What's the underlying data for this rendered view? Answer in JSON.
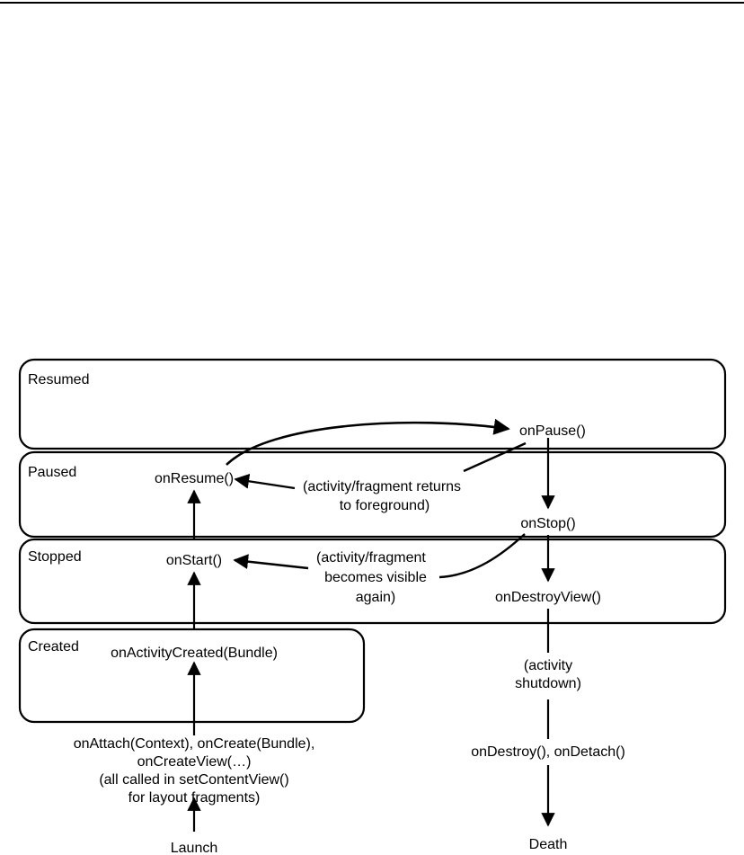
{
  "page": {
    "title": "Fragment lifecycle diagram",
    "header_rule": true,
    "background_color": "#ffffff",
    "ink_color": "#000000"
  },
  "diagram": {
    "type": "state-lifecycle-diagram",
    "states": [
      {
        "id": "resumed",
        "label": "Resumed"
      },
      {
        "id": "paused",
        "label": "Paused"
      },
      {
        "id": "stopped",
        "label": "Stopped"
      },
      {
        "id": "created",
        "label": "Created"
      }
    ],
    "callbacks": [
      {
        "id": "on-pause",
        "label": "onPause()"
      },
      {
        "id": "on-resume",
        "label": "onResume()"
      },
      {
        "id": "on-stop",
        "label": "onStop()"
      },
      {
        "id": "on-start",
        "label": "onStart()"
      },
      {
        "id": "on-destroy-view",
        "label": "onDestroyView()"
      },
      {
        "id": "on-activity-created",
        "label": "onActivityCreated(Bundle)"
      },
      {
        "id": "on-destroy-detach",
        "label": "onDestroy(), onDetach()"
      }
    ],
    "notes": [
      {
        "id": "returns-to-foreground",
        "lines": [
          "(activity/fragment returns",
          "to foreground)"
        ]
      },
      {
        "id": "becomes-visible-again",
        "lines": [
          "(activity/fragment",
          "becomes visible",
          "again)"
        ]
      },
      {
        "id": "activity-shutdown",
        "lines": [
          "(activity",
          "shutdown)"
        ]
      },
      {
        "id": "create-callbacks",
        "lines": [
          "onAttach(Context), onCreate(Bundle),",
          "onCreateView(…)",
          "(all called in setContentView()",
          "for layout fragments)"
        ]
      }
    ],
    "terminals": [
      {
        "id": "launch",
        "label": "Launch"
      },
      {
        "id": "death",
        "label": "Death"
      }
    ]
  }
}
